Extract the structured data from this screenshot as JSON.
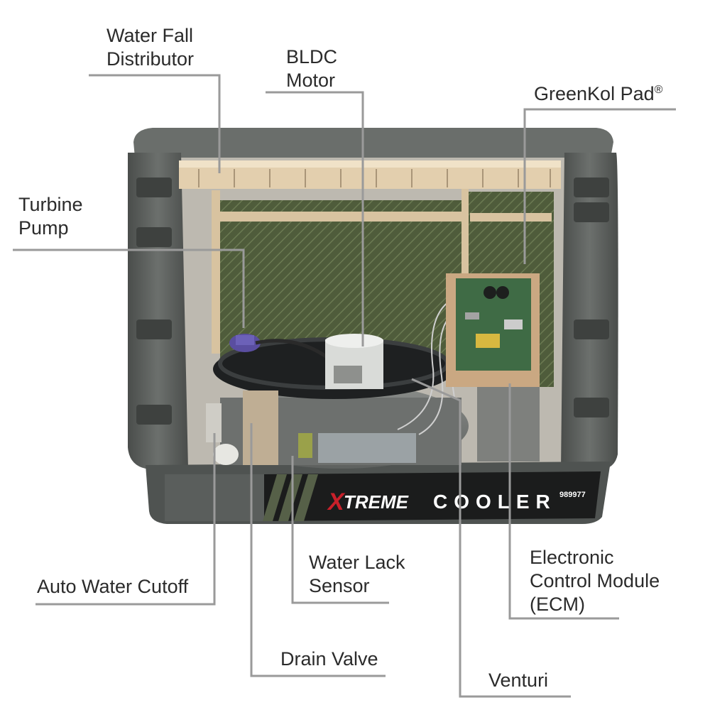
{
  "labels": {
    "waterfall_1": "Water Fall",
    "waterfall_2": "Distributor",
    "bldc_1": "BLDC",
    "bldc_2": "Motor",
    "greenkol": "GreenKol Pad",
    "greenkol_mark": "®",
    "turbine_1": "Turbine",
    "turbine_2": "Pump",
    "auto_cutoff": "Auto Water Cutoff",
    "water_lack_1": "Water Lack",
    "water_lack_2": "Sensor",
    "ecm_1": "Electronic",
    "ecm_2": "Control Module",
    "ecm_3": "(ECM)",
    "drain_valve": "Drain Valve",
    "venturi": "Venturi"
  },
  "brand": {
    "logo_x": "X",
    "logo_rest": "TREME",
    "word": "COOLER",
    "phone": "989977"
  },
  "colors": {
    "leader_line": "#9a9a9a",
    "body": "#5c605d",
    "pad": "#4d5a3a",
    "frame": "#d8c3a0",
    "board": "#3f6b45",
    "brand_red": "#c8202a"
  }
}
